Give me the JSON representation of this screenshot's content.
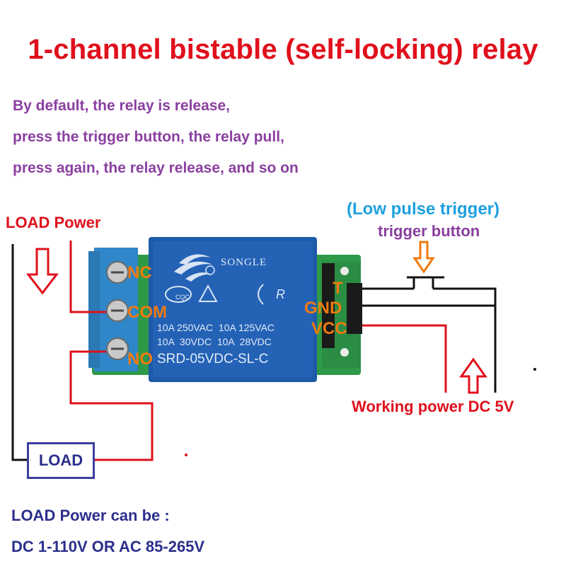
{
  "title": "1-channel bistable (self-locking) relay",
  "description": [
    "By default, the relay is release,",
    "press the trigger button, the relay pull,",
    "press again, the relay release, and so on"
  ],
  "load_power_label": "LOAD Power",
  "trigger": {
    "type_label": "(Low pulse trigger)",
    "button_label": "trigger button"
  },
  "terminals": {
    "nc": "NC",
    "com": "COM",
    "no": "NO"
  },
  "module_pins": {
    "t": "T",
    "gnd": "GND",
    "vcc": "VCC"
  },
  "relay": {
    "brand": "SONGLE",
    "ratings": [
      "10A 250VAC  10A 125VAC",
      "10A  30VDC  10A  28VDC"
    ],
    "model": "SRD-05VDC-SL-C",
    "cert": "CQC"
  },
  "working_power_label": "Working power DC 5V",
  "load_label": "LOAD",
  "load_power_note": [
    "LOAD Power can be :",
    "DC 1-110V OR AC 85-265V"
  ],
  "colors": {
    "title_red": "#e0101c",
    "description_purple": "#8a3fa0",
    "trigger_blue": "#1ea0e0",
    "pin_orange": "#f07a10",
    "note_navy": "#2b2f8c",
    "relay_blue": "#1d5aa8",
    "terminal_blue": "#2f86c8",
    "pcb_green": "#2e9a48"
  }
}
